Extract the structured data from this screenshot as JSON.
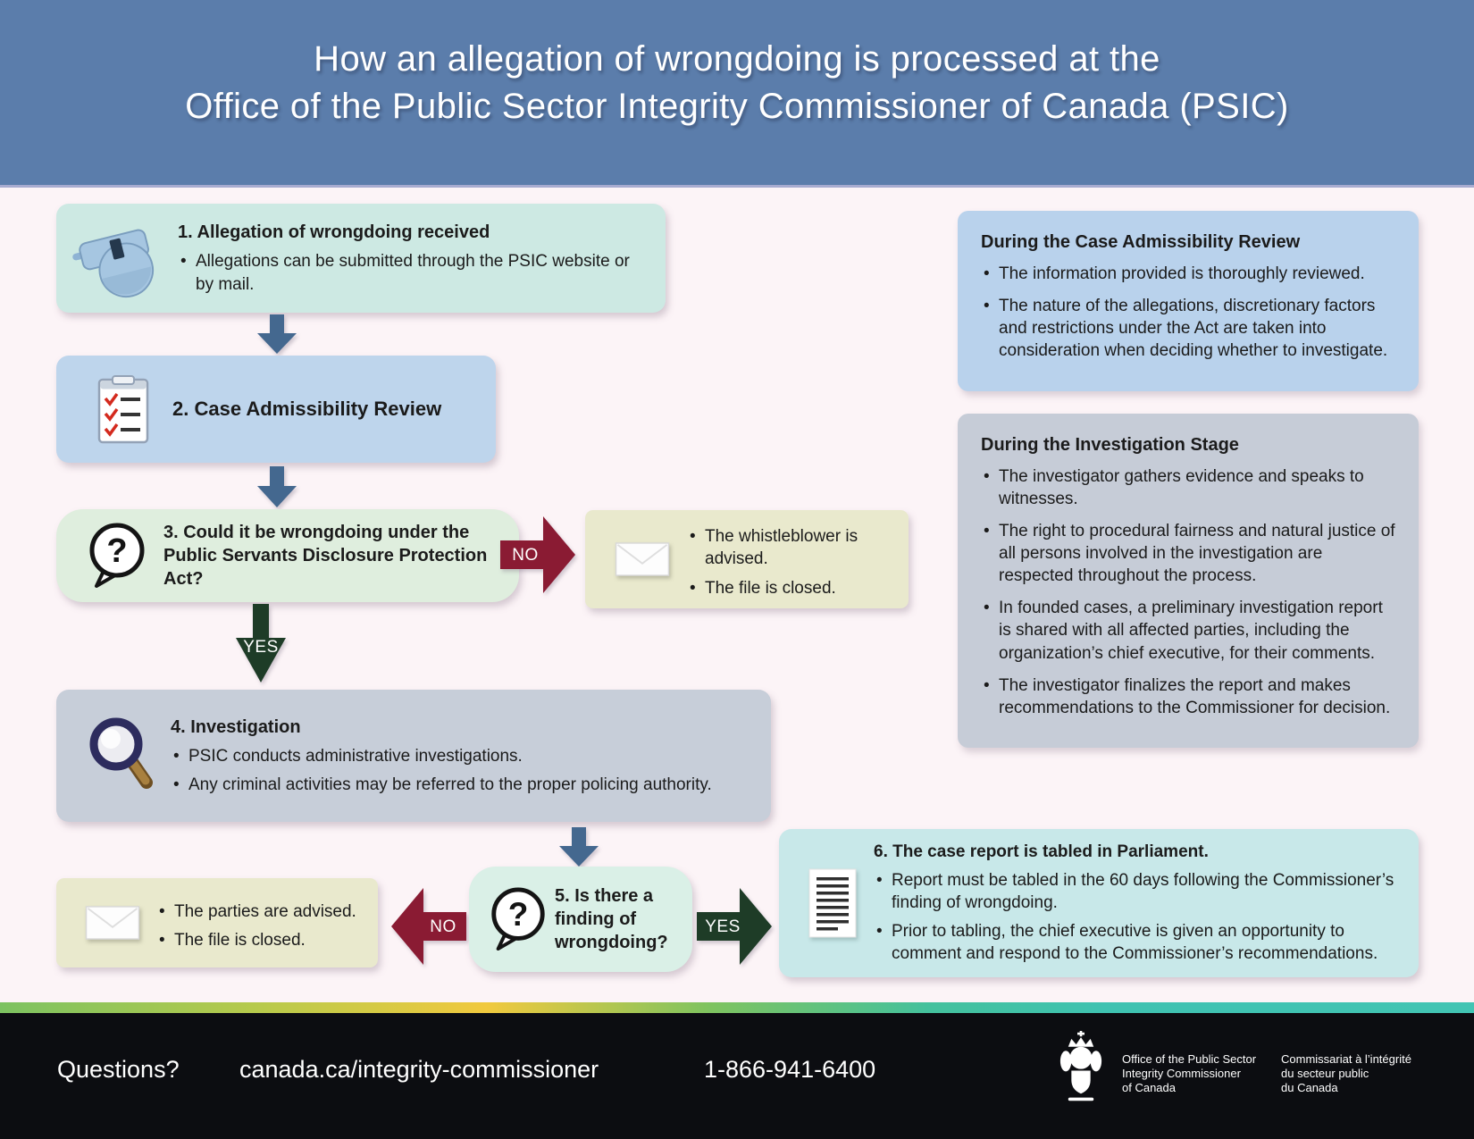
{
  "header": {
    "title_line1": "How an allegation of wrongdoing is processed at the",
    "title_line2": "Office of the Public Sector Integrity Commissioner of Canada (PSIC)"
  },
  "flow": {
    "step1": {
      "icon": "whistle-icon",
      "title": "1. Allegation of wrongdoing received",
      "bullets": [
        "Allegations can be submitted through the PSIC website or by mail."
      ]
    },
    "step2": {
      "icon": "checklist-icon",
      "title": "2. Case Admissibility Review"
    },
    "step3": {
      "icon": "question-bubble-icon",
      "title": "3. Could it be wrongdoing under the Public Servants Disclosure Protection Act?"
    },
    "result_no_step3": {
      "icon": "envelope-icon",
      "bullets": [
        "The whistleblower is advised.",
        "The file is closed."
      ]
    },
    "step4": {
      "icon": "magnifier-icon",
      "title": "4. Investigation",
      "bullets": [
        "PSIC conducts administrative investigations.",
        "Any criminal activities may be referred to the proper policing authority."
      ]
    },
    "step5": {
      "icon": "question-bubble-icon",
      "title": "5. Is there a finding of wrongdoing?"
    },
    "result_no_step5": {
      "icon": "envelope-icon",
      "bullets": [
        "The parties are advised.",
        "The file is closed."
      ]
    },
    "step6": {
      "icon": "report-document-icon",
      "title": "6. The case report is tabled in Parliament.",
      "bullets": [
        "Report must be tabled in the 60 days following the Commissioner’s finding of wrongdoing.",
        "Prior to tabling, the chief executive is given an opportunity to comment and respond to the Commissioner’s recommendations."
      ]
    },
    "decision_labels": {
      "yes": "YES",
      "no": "NO"
    }
  },
  "side_panels": [
    {
      "title": "During the Case Admissibility Review",
      "bullets": [
        "The information provided is thoroughly reviewed.",
        "The nature of the allegations, discretionary factors and restrictions under the Act are taken into consideration when deciding whether to investigate."
      ]
    },
    {
      "title": "During the Investigation Stage",
      "bullets": [
        "The investigator gathers evidence and speaks to witnesses.",
        "The right to procedural fairness and natural justice of all persons involved in the investigation are respected throughout the process.",
        "In founded cases, a preliminary investigation report is shared with all affected parties, including the organization’s chief executive, for their comments.",
        "The investigator finalizes the report and makes recommendations to the Commissioner for decision."
      ]
    }
  ],
  "footer": {
    "questions_label": "Questions?",
    "website": "canada.ca/integrity-commissioner",
    "phone": "1-866-941-6400",
    "logo_icon": "canada-coat-of-arms-icon",
    "logo_en": [
      "Office of the Public Sector",
      "Integrity Commissioner",
      "of Canada"
    ],
    "logo_fr": [
      "Commissariat à l’intégrité",
      "du secteur public",
      "du Canada"
    ]
  },
  "colors": {
    "header_bg": "#5b7dab",
    "body_bg": "#fcf4f7",
    "flow_arrow_blue": "#44688f",
    "no_arrow_maroon": "#8a1b33",
    "yes_arrow_green": "#1e3c27",
    "footer_bg": "#0c0d11"
  }
}
